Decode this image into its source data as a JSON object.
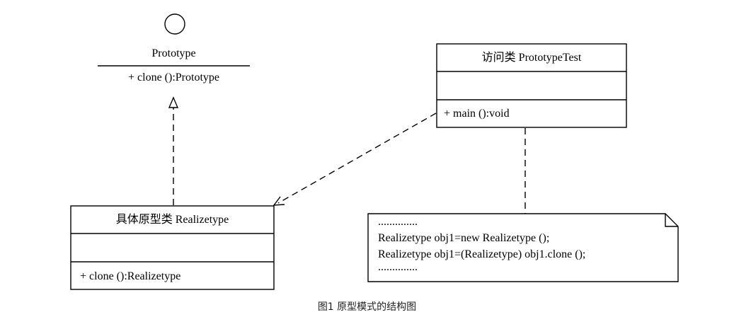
{
  "interface": {
    "name": "Prototype",
    "method": "+ clone ():Prototype"
  },
  "accessor_class": {
    "name": "访问类  PrototypeTest",
    "method": "+ main ():void"
  },
  "concrete_class": {
    "name": "具体原型类  Realizetype",
    "method": "+ clone ():Realizetype"
  },
  "note": {
    "lines": [
      "..............",
      "Realizetype obj1=new Realizetype ();",
      "Realizetype obj1=(Realizetype) obj1.clone ();",
      ".............."
    ]
  },
  "caption": "图1 原型模式的结构图"
}
